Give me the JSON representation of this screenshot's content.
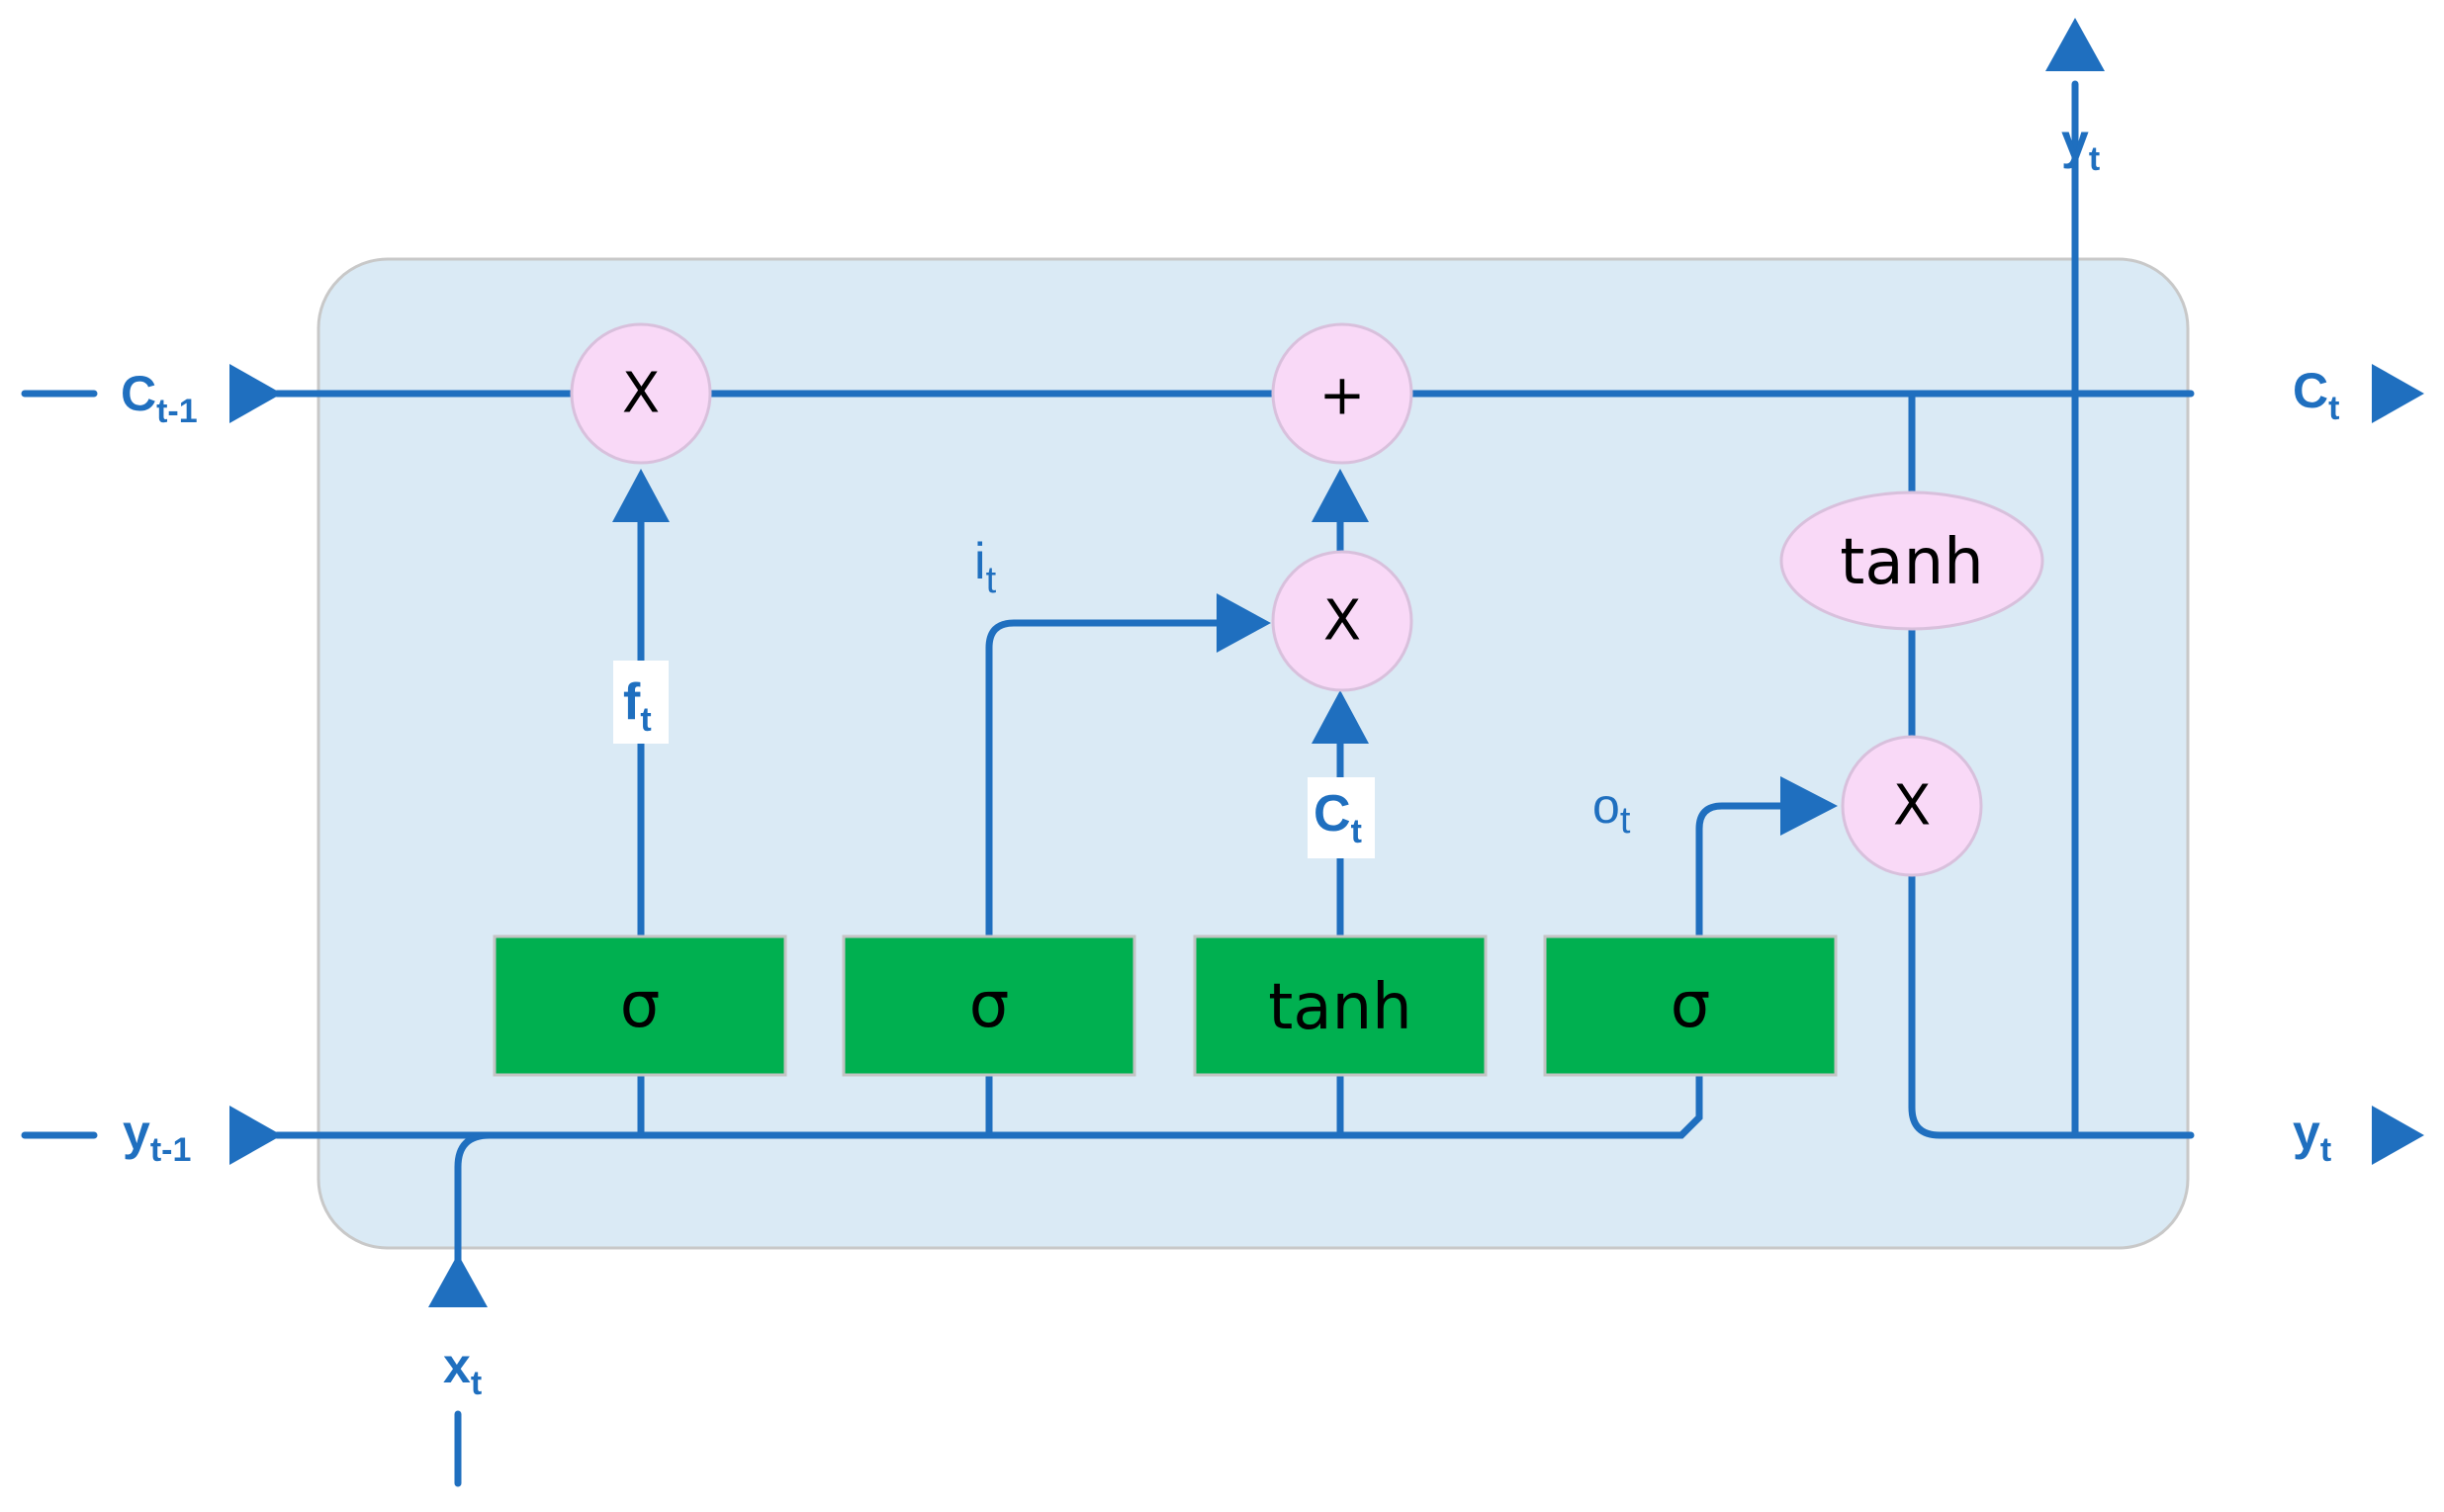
{
  "colors": {
    "line": "#1f6fbf",
    "cell_fill": "#daeaf5",
    "cell_stroke": "#c8c8c8",
    "op_fill": "#f9d9f7",
    "op_stroke": "#d8c0dc",
    "gate_fill": "#00b050",
    "gate_stroke": "#c4c4c4"
  },
  "inputs": {
    "c_prev": {
      "base": "C",
      "sub": "t-1"
    },
    "y_prev": {
      "base": "y",
      "sub": "t-1"
    },
    "x": {
      "base": "x",
      "sub": "t"
    }
  },
  "outputs": {
    "c": {
      "base": "C",
      "sub": "t"
    },
    "y_right": {
      "base": "y",
      "sub": "t"
    },
    "y_top": {
      "base": "y",
      "sub": "t"
    }
  },
  "operators": {
    "forget_mult": "X",
    "add": "+",
    "input_mult": "X",
    "output_mult": "X",
    "cell_tanh": "tanh"
  },
  "gates": {
    "forget": "σ",
    "input": "σ",
    "candidate": "tanh",
    "output": "σ"
  },
  "signals": {
    "f": {
      "base": "f",
      "sub": "t"
    },
    "i": {
      "base": "i",
      "sub": "t"
    },
    "c_tilde": {
      "base": "C",
      "sub": "t"
    },
    "o": {
      "base": "o",
      "sub": "t"
    }
  }
}
